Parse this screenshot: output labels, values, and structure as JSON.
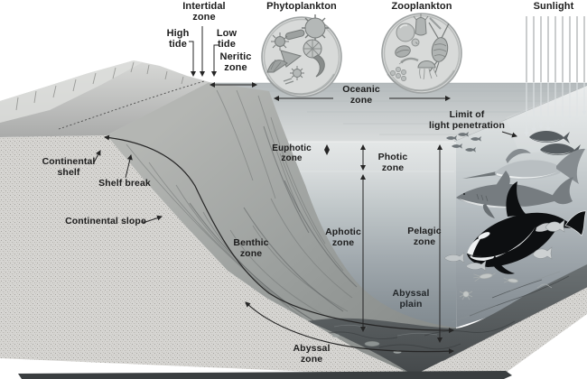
{
  "diagram": {
    "title": "Ocean zones block diagram",
    "labels": {
      "intertidal_zone": "Intertidal\nzone",
      "high_tide": "High\ntide",
      "low_tide": "Low\ntide",
      "neritic_zone": "Neritic\nzone",
      "phytoplankton": "Phytoplankton",
      "zooplankton": "Zooplankton",
      "sunlight": "Sunlight",
      "oceanic_zone": "Oceanic\nzone",
      "limit_of_light_penetration": "Limit of\nlight penetration",
      "euphotic_zone": "Euphotic zone",
      "photic_zone": "Photic zone",
      "aphotic_zone": "Aphotic\nzone",
      "pelagic_zone": "Pelagic\nzone",
      "benthic_zone": "Benthic\nzone",
      "abyssal_plain": "Abyssal\nplain",
      "abyssal_zone": "Abyssal\nzone",
      "continental_shelf": "Continental\nshelf",
      "shelf_break": "Shelf break",
      "continental_slope": "Continental slope"
    },
    "colors": {
      "background": "#ffffff",
      "label_text": "#1d1d1d",
      "arrow": "#252525",
      "water_surface": "#c5cbcd",
      "water_shallow": "#e4e7e7",
      "water_deep": "#7d868c",
      "seafloor_dark": "#44484a",
      "sediment_stipple": "#d6d5d2",
      "land_gray": "#c2c3c1",
      "slope_gray": "#9b9f9e",
      "sun_ray": "#dfe3e5",
      "orca_black": "#0d0f11",
      "orca_white": "#eef1f2"
    }
  }
}
